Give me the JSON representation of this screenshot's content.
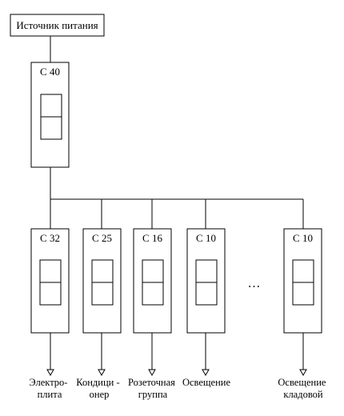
{
  "source": {
    "label": "Источник питания"
  },
  "main_breaker": {
    "rating": "С 40"
  },
  "branches": [
    {
      "rating": "С 32",
      "load_lines": [
        "Электро-",
        "плита"
      ]
    },
    {
      "rating": "С 25",
      "load_lines": [
        "Кондици -",
        "онер"
      ]
    },
    {
      "rating": "С 16",
      "load_lines": [
        "Розеточная",
        "группа"
      ]
    },
    {
      "rating": "С 10",
      "load_lines": [
        "Освещение"
      ]
    },
    {
      "rating": "С 10",
      "load_lines": [
        "Освещение",
        "кладовой"
      ]
    }
  ],
  "ellipsis": "…"
}
